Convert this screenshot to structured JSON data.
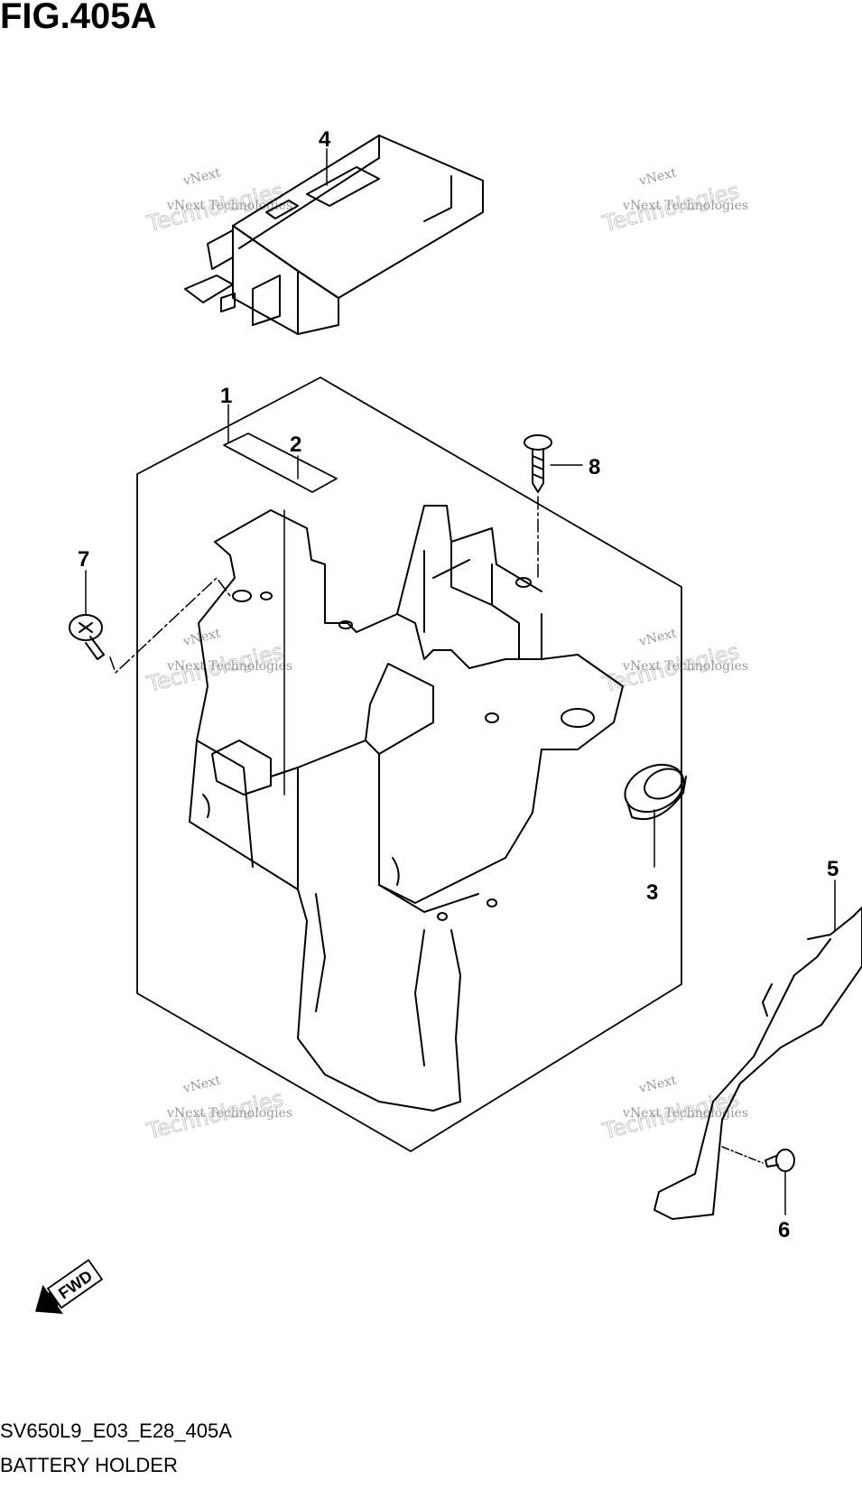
{
  "figure": {
    "title": "FIG.405A",
    "code": "SV650L9_E03_E28_405A",
    "name": "BATTERY HOLDER"
  },
  "callouts": [
    "1",
    "2",
    "3",
    "4",
    "5",
    "6",
    "7",
    "8"
  ],
  "watermark": {
    "line1": "vNext",
    "line2": "vNext Technologies",
    "line3": "Technologies"
  },
  "fwd_label": "FWD"
}
